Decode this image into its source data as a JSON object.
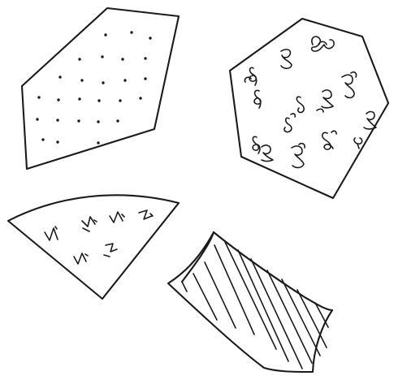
{
  "diagram": {
    "ink_color": "#1b1b1b",
    "background_color": "#ffffff",
    "shapes": [
      {
        "kind": "pentagon-like polygon",
        "pattern": "dots"
      },
      {
        "kind": "hexagon",
        "pattern": "squiggle-glyphs"
      },
      {
        "kind": "curved sector",
        "pattern": "zigzag-glyphs"
      },
      {
        "kind": "curved quadrilateral",
        "pattern": "diagonal-hatching"
      }
    ]
  }
}
